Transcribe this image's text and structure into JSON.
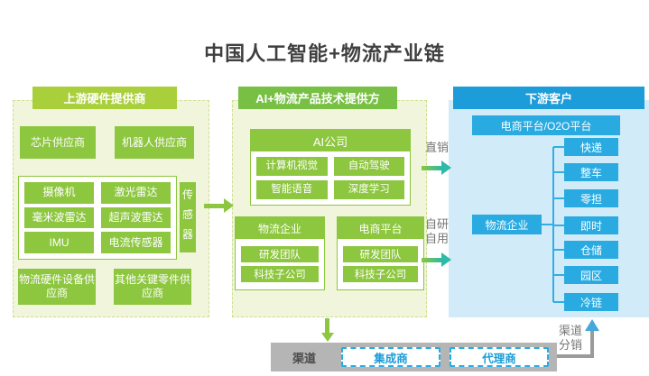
{
  "title": "中国人工智能+物流产业链",
  "upstream": {
    "header": "上游硬件提供商",
    "box_chip": "芯片供应商",
    "box_robot": "机器人供应商",
    "sensor_group": {
      "label": "传感器",
      "items": [
        "摄像机",
        "激光雷达",
        "毫米波雷达",
        "超声波雷达",
        "IMU",
        "电流传感器"
      ]
    },
    "box_logistics_hw": "物流硬件设备供应商",
    "box_other_parts": "其他关键零件供应商"
  },
  "midstream": {
    "header": "AI+物流产品技术提供方",
    "ai_group": {
      "header": "AI公司",
      "items": [
        "计算机视觉",
        "自动驾驶",
        "智能语音",
        "深度学习"
      ]
    },
    "logistics_group": {
      "header": "物流企业",
      "items": [
        "研发团队",
        "科技子公司"
      ]
    },
    "ecommerce_group": {
      "header": "电商平台",
      "items": [
        "研发团队",
        "科技子公司"
      ]
    }
  },
  "downstream": {
    "header": "下游客户",
    "platform_box": "电商平台/O2O平台",
    "logistics_box": "物流企业",
    "segments": [
      "快递",
      "整车",
      "零担",
      "即时",
      "仓储",
      "园区",
      "冷链"
    ]
  },
  "channel_bar": {
    "label": "渠道",
    "integrator": "集成商",
    "agent": "代理商"
  },
  "flow_labels": {
    "direct_sales": "直销",
    "self_rd_use": "自研自用",
    "channel_distribution": "渠道分销"
  },
  "colors": {
    "upstream_header_bg": "#A9CF3B",
    "midstream_header_bg": "#77C043",
    "downstream_header_bg": "#1C9CD8",
    "green_box": "#8DC63F",
    "green_panel_bg": "#F0F5DC",
    "blue_panel_bg": "#D2EBF8",
    "cyan_box": "#29ABE2",
    "gray_bar": "#B5B5B5",
    "teal_arrow": "#2FB9A8",
    "blue_arrowhead": "#45A7DB"
  }
}
